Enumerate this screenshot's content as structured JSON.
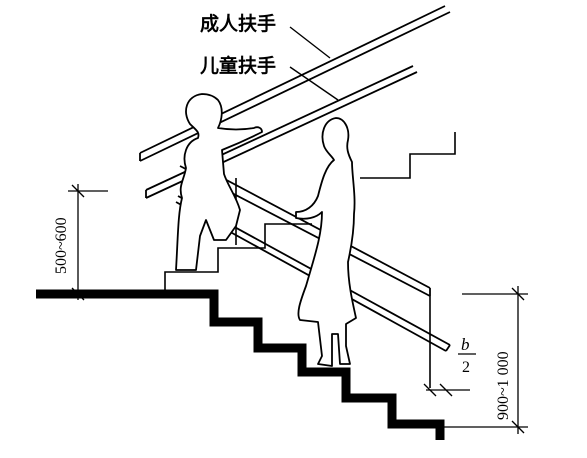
{
  "labels": {
    "adult_handrail": "成人扶手",
    "child_handrail": "儿童扶手"
  },
  "dimensions": {
    "child_height": "500~600",
    "adult_height": "900~1 000",
    "half_tread_numerator": "b",
    "half_tread_denominator": "2"
  },
  "colors": {
    "ink": "#000000",
    "background": "#ffffff"
  }
}
